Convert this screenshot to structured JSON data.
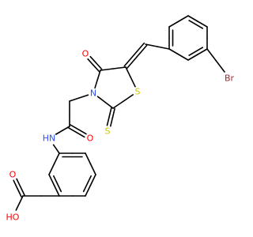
{
  "molecule": {
    "colors": {
      "carbon": "#000000",
      "oxygen": "#ff0000",
      "nitrogen": "#3050f8",
      "sulfur": "#c8c800",
      "bromine": "#a62929",
      "hydrogen": "#000000"
    },
    "labels": {
      "bromine": "Br",
      "ring_oxo": "O",
      "ring_sulfur": "S",
      "thioxo": "S",
      "ring_nitrogen": "N",
      "amide_oxygen": "O",
      "amide_nh": "HN",
      "acid_oxygen": "O",
      "acid_oh": "HO"
    }
  }
}
